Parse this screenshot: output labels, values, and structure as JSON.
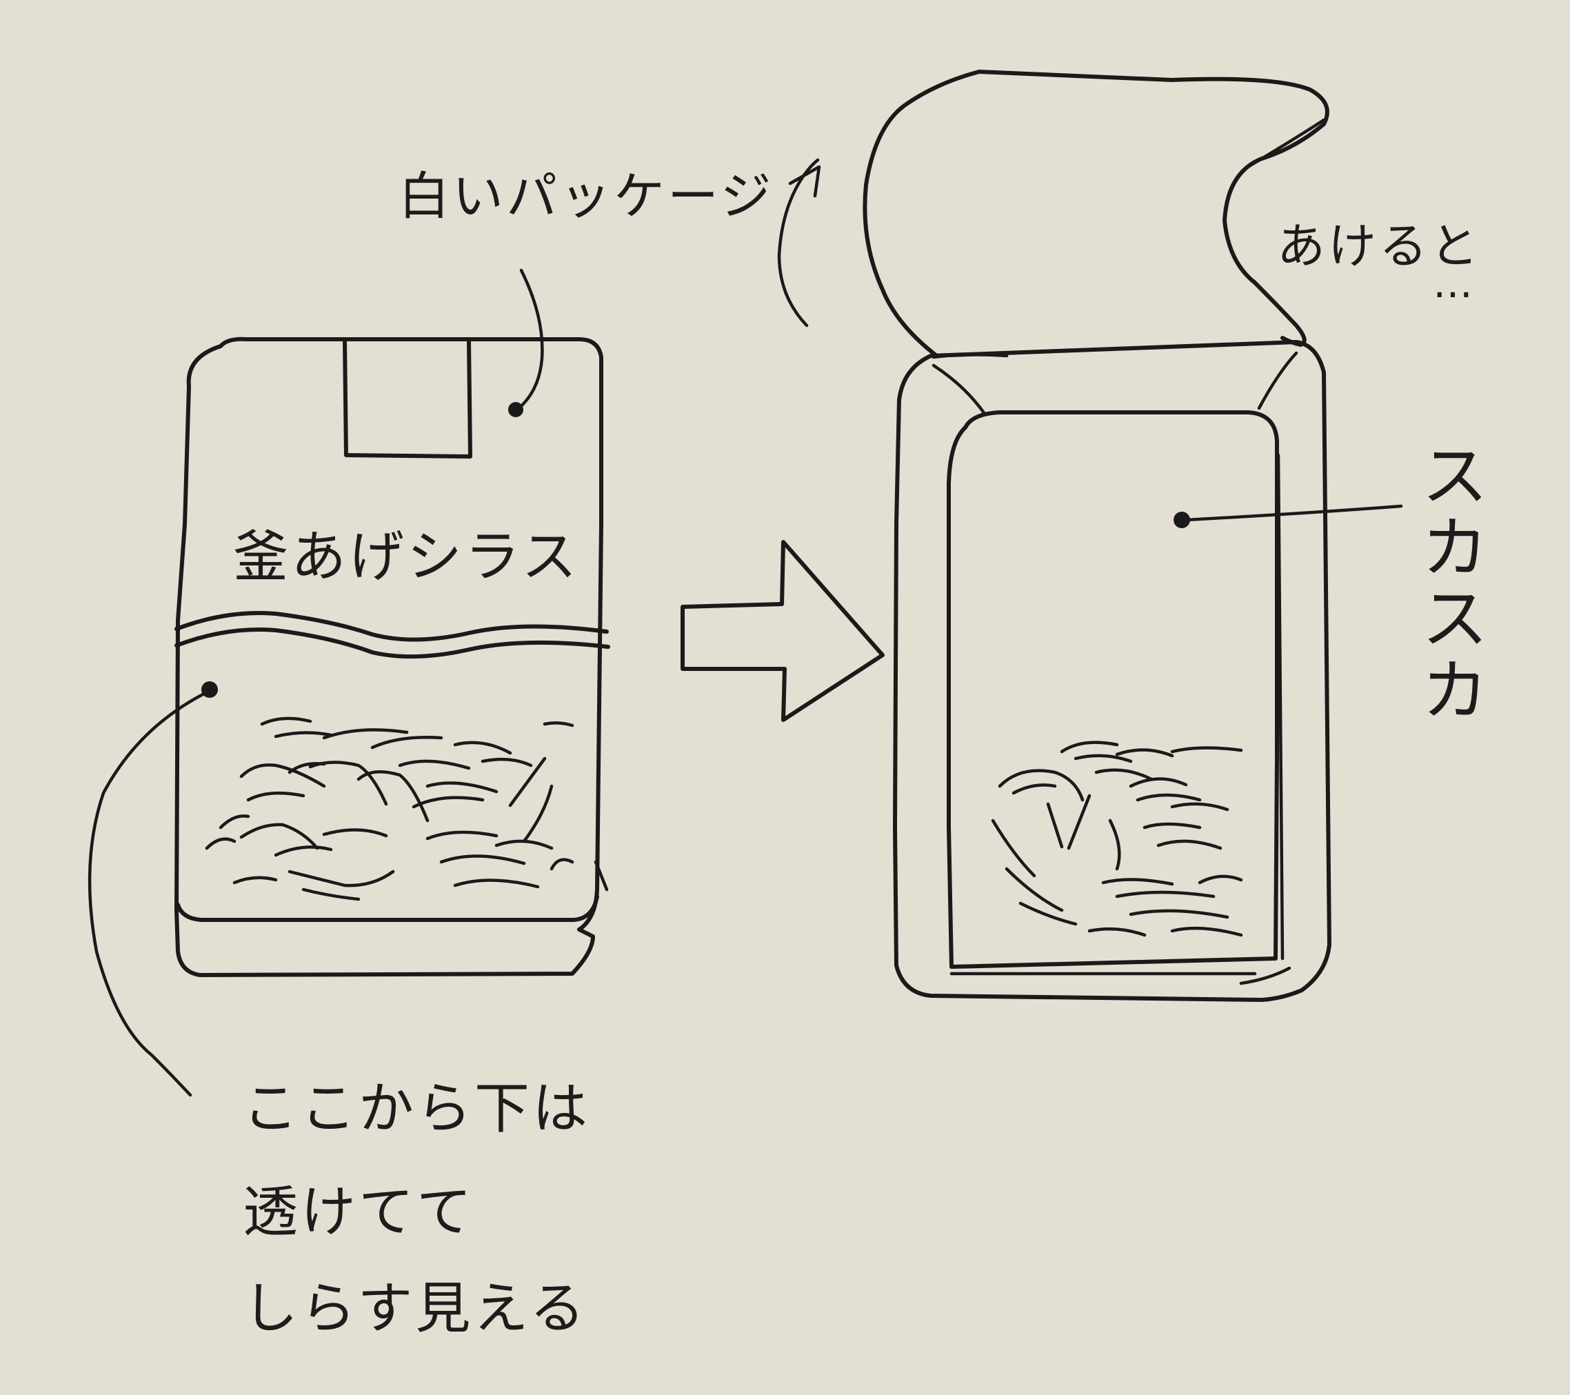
{
  "annotations": {
    "white_package": "白いパッケージ",
    "product_name": "釜あげシラス",
    "when_opened": "あけると",
    "ellipsis": "…",
    "empty": "スカスカ",
    "see_through": {
      "line1": "ここから下は",
      "line2": "透けてて",
      "line3": "しらす見える"
    }
  },
  "colors": {
    "paper": "#e4dfd3",
    "ink": "#1a1a1a"
  },
  "icons": {
    "transition": "right-arrow-icon",
    "lifted_flap": "curved-arrow-up-icon"
  }
}
